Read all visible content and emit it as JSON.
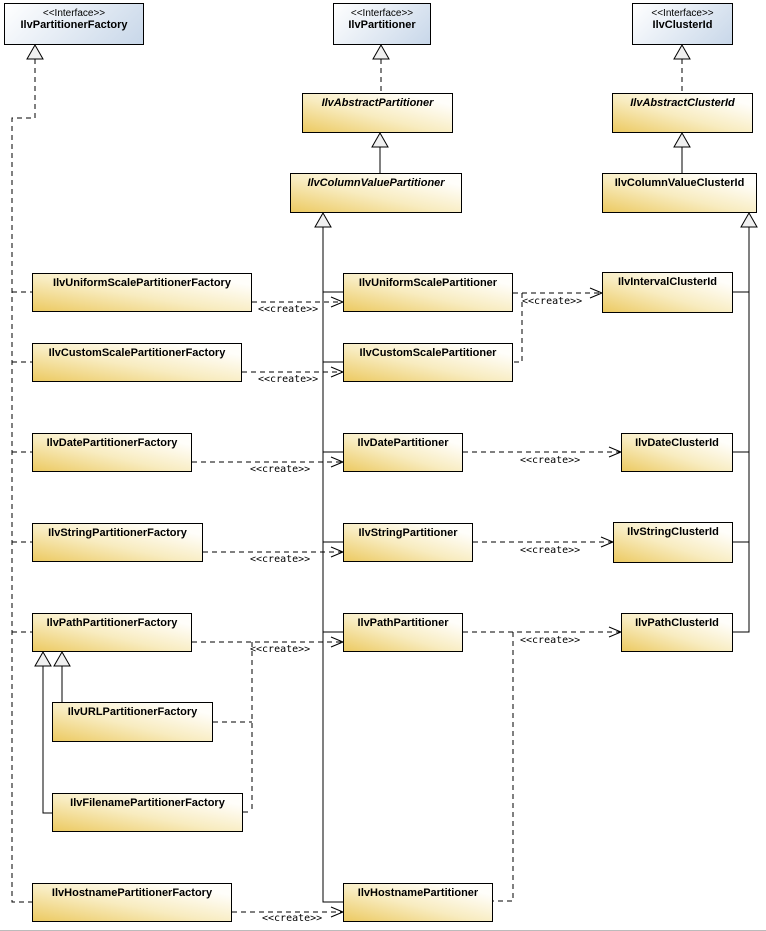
{
  "labels": {
    "interface_stereotype": "<<Interface>>",
    "create": "<<create>>"
  },
  "colors": {
    "class_fill_dark": "#ecca62",
    "class_fill_mid": "#f8ecc0",
    "class_fill_light": "#fffefa",
    "iface_fill_light": "#ffffff",
    "iface_fill_dark": "#c8d7e9",
    "line_color": "#000000"
  },
  "nodes": {
    "partitioner_factory_interface": {
      "stereotype": "<<Interface>>",
      "name": "IlvPartitionerFactory"
    },
    "partitioner_interface": {
      "stereotype": "<<Interface>>",
      "name": "IlvPartitioner"
    },
    "clusterid_interface": {
      "stereotype": "<<Interface>>",
      "name": "IlvClusterId"
    },
    "abstract_partitioner": {
      "name": "IlvAbstractPartitioner"
    },
    "abstract_clusterid": {
      "name": "IlvAbstractClusterId"
    },
    "column_value_partitioner": {
      "name": "IlvColumnValuePartitioner"
    },
    "column_value_clusterid": {
      "name": "IlvColumnValueClusterId"
    },
    "uniform_factory": {
      "name": "IlvUniformScalePartitionerFactory"
    },
    "uniform_partitioner": {
      "name": "IlvUniformScalePartitioner"
    },
    "interval_clusterid": {
      "name": "IlvIntervalClusterId"
    },
    "custom_factory": {
      "name": "IlvCustomScalePartitionerFactory"
    },
    "custom_partitioner": {
      "name": "IlvCustomScalePartitioner"
    },
    "date_factory": {
      "name": "IlvDatePartitionerFactory"
    },
    "date_partitioner": {
      "name": "IlvDatePartitioner"
    },
    "date_clusterid": {
      "name": "IlvDateClusterId"
    },
    "string_factory": {
      "name": "IlvStringPartitionerFactory"
    },
    "string_partitioner": {
      "name": "IlvStringPartitioner"
    },
    "string_clusterid": {
      "name": "IlvStringClusterId"
    },
    "path_factory": {
      "name": "IlvPathPartitionerFactory"
    },
    "path_partitioner": {
      "name": "IlvPathPartitioner"
    },
    "path_clusterid": {
      "name": "IlvPathClusterId"
    },
    "url_factory": {
      "name": "IlvURLPartitionerFactory"
    },
    "filename_factory": {
      "name": "IlvFilenamePartitionerFactory"
    },
    "hostname_factory": {
      "name": "IlvHostnamePartitionerFactory"
    },
    "hostname_partitioner": {
      "name": "IlvHostnamePartitioner"
    }
  },
  "edges": [
    {
      "type": "realization",
      "from": "IlvUniformScalePartitionerFactory",
      "to": "IlvPartitionerFactory"
    },
    {
      "type": "realization",
      "from": "IlvCustomScalePartitionerFactory",
      "to": "IlvPartitionerFactory"
    },
    {
      "type": "realization",
      "from": "IlvDatePartitionerFactory",
      "to": "IlvPartitionerFactory"
    },
    {
      "type": "realization",
      "from": "IlvStringPartitionerFactory",
      "to": "IlvPartitionerFactory"
    },
    {
      "type": "realization",
      "from": "IlvPathPartitionerFactory",
      "to": "IlvPartitionerFactory"
    },
    {
      "type": "realization",
      "from": "IlvHostnamePartitionerFactory",
      "to": "IlvPartitionerFactory"
    },
    {
      "type": "realization",
      "from": "IlvAbstractPartitioner",
      "to": "IlvPartitioner"
    },
    {
      "type": "realization",
      "from": "IlvAbstractClusterId",
      "to": "IlvClusterId"
    },
    {
      "type": "generalization",
      "from": "IlvColumnValuePartitioner",
      "to": "IlvAbstractPartitioner"
    },
    {
      "type": "generalization",
      "from": "IlvColumnValueClusterId",
      "to": "IlvAbstractClusterId"
    },
    {
      "type": "generalization",
      "from": "IlvUniformScalePartitioner",
      "to": "IlvColumnValuePartitioner"
    },
    {
      "type": "generalization",
      "from": "IlvCustomScalePartitioner",
      "to": "IlvColumnValuePartitioner"
    },
    {
      "type": "generalization",
      "from": "IlvDatePartitioner",
      "to": "IlvColumnValuePartitioner"
    },
    {
      "type": "generalization",
      "from": "IlvStringPartitioner",
      "to": "IlvColumnValuePartitioner"
    },
    {
      "type": "generalization",
      "from": "IlvPathPartitioner",
      "to": "IlvColumnValuePartitioner"
    },
    {
      "type": "generalization",
      "from": "IlvHostnamePartitioner",
      "to": "IlvColumnValuePartitioner"
    },
    {
      "type": "generalization",
      "from": "IlvIntervalClusterId",
      "to": "IlvColumnValueClusterId"
    },
    {
      "type": "generalization",
      "from": "IlvDateClusterId",
      "to": "IlvColumnValueClusterId"
    },
    {
      "type": "generalization",
      "from": "IlvStringClusterId",
      "to": "IlvColumnValueClusterId"
    },
    {
      "type": "generalization",
      "from": "IlvPathClusterId",
      "to": "IlvColumnValueClusterId"
    },
    {
      "type": "generalization",
      "from": "IlvURLPartitionerFactory",
      "to": "IlvPathPartitionerFactory"
    },
    {
      "type": "generalization",
      "from": "IlvFilenamePartitionerFactory",
      "to": "IlvPathPartitionerFactory"
    },
    {
      "type": "create",
      "from": "IlvUniformScalePartitionerFactory",
      "to": "IlvUniformScalePartitioner"
    },
    {
      "type": "create",
      "from": "IlvCustomScalePartitionerFactory",
      "to": "IlvCustomScalePartitioner"
    },
    {
      "type": "create",
      "from": "IlvDatePartitionerFactory",
      "to": "IlvDatePartitioner"
    },
    {
      "type": "create",
      "from": "IlvStringPartitionerFactory",
      "to": "IlvStringPartitioner"
    },
    {
      "type": "create",
      "from": "IlvPathPartitionerFactory",
      "to": "IlvPathPartitioner"
    },
    {
      "type": "create",
      "from": "IlvURLPartitionerFactory",
      "to": "IlvPathPartitioner"
    },
    {
      "type": "create",
      "from": "IlvFilenamePartitionerFactory",
      "to": "IlvPathPartitioner"
    },
    {
      "type": "create",
      "from": "IlvHostnamePartitionerFactory",
      "to": "IlvHostnamePartitioner"
    },
    {
      "type": "create",
      "from": "IlvUniformScalePartitioner",
      "to": "IlvIntervalClusterId"
    },
    {
      "type": "create",
      "from": "IlvCustomScalePartitioner",
      "to": "IlvIntervalClusterId"
    },
    {
      "type": "create",
      "from": "IlvDatePartitioner",
      "to": "IlvDateClusterId"
    },
    {
      "type": "create",
      "from": "IlvStringPartitioner",
      "to": "IlvStringClusterId"
    },
    {
      "type": "create",
      "from": "IlvPathPartitioner",
      "to": "IlvPathClusterId"
    },
    {
      "type": "create",
      "from": "IlvHostnamePartitioner",
      "to": "IlvPathClusterId"
    }
  ]
}
